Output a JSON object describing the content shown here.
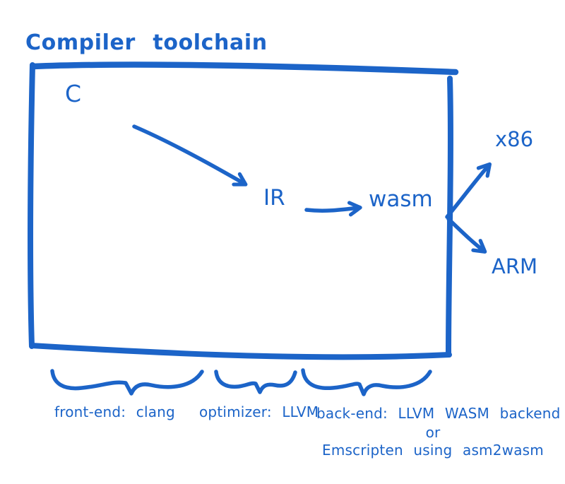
{
  "colors": {
    "ink": "#1c64c8",
    "background": "#ffffff"
  },
  "title": "Compiler toolchain",
  "diagram": {
    "nodes": {
      "source": "C",
      "ir": "IR",
      "wasm": "wasm",
      "target_x86": "x86",
      "target_arm": "ARM"
    },
    "stage_labels": {
      "frontend": "front-end: clang",
      "optimizer": "optimizer: LLVM",
      "backend_line1": "back-end: LLVM WASM backend",
      "backend_line2": "or",
      "backend_line3": "Emscripten using asm2wasm"
    }
  }
}
